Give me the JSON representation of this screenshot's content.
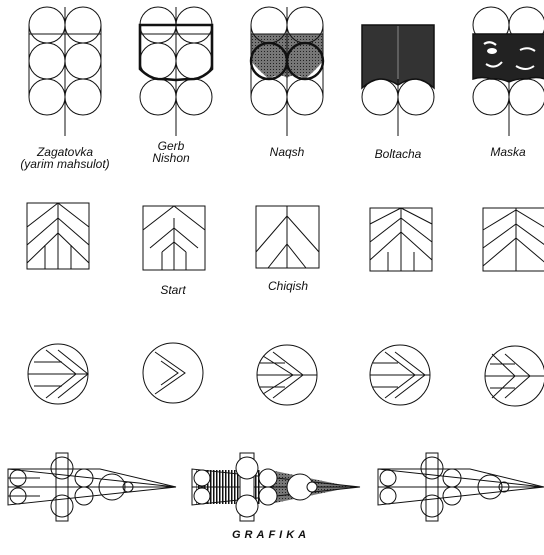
{
  "row1_labels": {
    "zagatovka": "Zagatovka",
    "zagatovka_sub": "(yarim mahsulot)",
    "gerb": "Gerb",
    "gerb_sub": "Nishon",
    "naqsh": "Naqsh",
    "boltacha": "Boltacha",
    "maska": "Maska"
  },
  "row2_labels": {
    "start": "Start",
    "chiqish": "Chiqish"
  },
  "footer": "GRAFIKA",
  "colors": {
    "ink": "#111111",
    "background": "#ffffff"
  }
}
